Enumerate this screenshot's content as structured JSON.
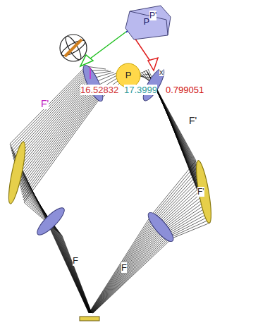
{
  "diagram": {
    "nodes": [
      {
        "text": [
          "P'"
        ]
      },
      {
        "text": [
          "P"
        ]
      }
    ],
    "labels": [
      "P'",
      "16.52832",
      "17.3999",
      "0.799051",
      "x",
      "F'",
      "F'",
      "F'",
      "F",
      "F"
    ]
  }
}
